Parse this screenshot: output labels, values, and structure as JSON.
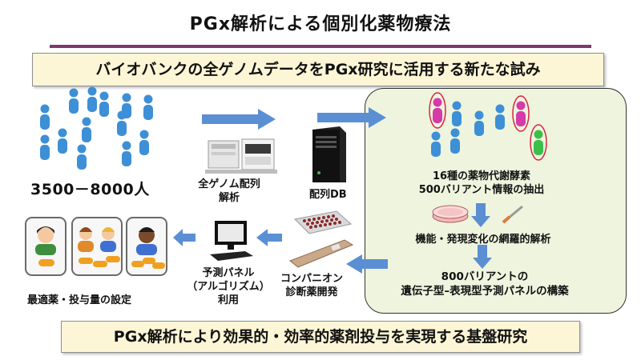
{
  "slide": {
    "title": "PGx解析による個別化薬物療法",
    "banner_top": "バイオバンクの全ゲノムデータをPGx研究に活用する新たな試み",
    "banner_bottom": "PGx解析により効果的・効率的薬剤投与を実現する基盤研究"
  },
  "flow": {
    "people_count": "3500－8000人",
    "sequencing": [
      "全ゲノム配列",
      "解析"
    ],
    "database": "配列DB",
    "extraction": [
      "16種の薬物代謝酵素",
      "500バリアント情報の抽出"
    ],
    "functional": "機能・発現変化の網羅的解析",
    "panel_build": [
      "800バリアントの",
      "遺伝子型–表現型予測パネルの構築"
    ],
    "companion": [
      "コンパニオン",
      "診断薬開発"
    ],
    "prediction": [
      "予測パネル",
      "（アルゴリズム）",
      "利用"
    ],
    "dose_setting": "最適薬・投与量の設定"
  },
  "colors": {
    "title_rule": "#7d3a6e",
    "banner_fill": "#fdf6d6",
    "panel_fill": "#eef4de",
    "arrow_blue": "#5b8fd4",
    "person_blue": "#3d8fd6",
    "person_magenta": "#d63aa8",
    "person_green": "#3cbf4a",
    "highlight_ring": "#d7263d"
  },
  "icons": [
    "person-icon",
    "sequencer-icon",
    "server-icon",
    "petri-dish-icon",
    "pipette-icon",
    "microplate-icon",
    "test-strip-icon",
    "computer-icon",
    "patient-card-icon",
    "arrow-icon"
  ]
}
